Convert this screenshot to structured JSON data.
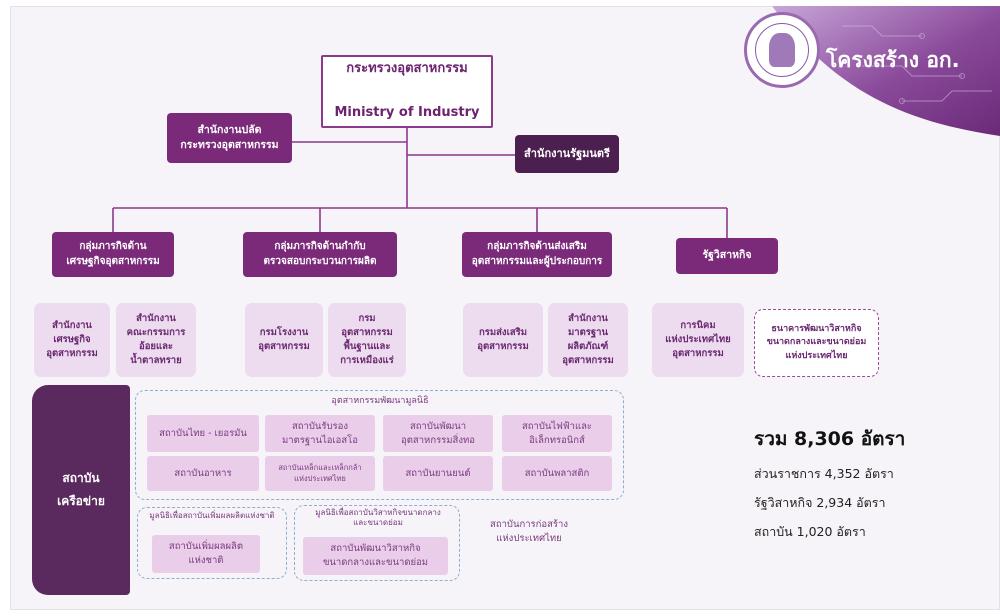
{
  "header": {
    "title": "โครงสร้าง อก.",
    "seal_alt": "MINISTRY OF INDUSTRY"
  },
  "ministry": {
    "name_th": "กระทรวงอุตสาหกรรม",
    "name_en": "Ministry of Industry"
  },
  "offices": {
    "permanent_secretary": "สำนักงานปลัด\nกระทรวงอุตสาหกรรม",
    "minister": "สำนักงานรัฐมนตรี"
  },
  "clusters": [
    {
      "label": "กลุ่มภารกิจด้าน\nเศรษฐกิจอุตสาหกรรม",
      "units": [
        "สำนักงาน\nเศรษฐกิจ\nอุตสาหกรรม",
        "สำนักงาน\nคณะกรรมการ\nอ้อยและ\nน้ำตาลทราย"
      ]
    },
    {
      "label": "กลุ่มภารกิจด้านกำกับ\nตรวจสอบกระบวนการผลิต",
      "units": [
        "กรมโรงงาน\nอุตสาหกรรม",
        "กรม\nอุตสาหกรรม\nพื้นฐานและ\nการเหมืองแร่"
      ]
    },
    {
      "label": "กลุ่มภารกิจด้านส่งเสริม\nอุตสาหกรรมและผู้ประกอบการ",
      "units": [
        "กรมส่งเสริม\nอุตสาหกรรม",
        "สำนักงาน\nมาตรฐาน\nผลิตภัณฑ์\nอุตสาหกรรม"
      ]
    },
    {
      "label": "รัฐวิสาหกิจ",
      "units": [
        "การนิคม\nแห่งประเทศไทย\nอุตสาหกรรม",
        "ธนาคารพัฒนาวิสาหกิจ\nขนาดกลางและขนาดย่อม\nแห่งประเทศไทย"
      ]
    }
  ],
  "network": {
    "label": "สถาบัน\nเครือข่าย",
    "foundation_group": {
      "title": "อุตสาหกรรมพัฒนามูลนิธิ",
      "institutes": [
        "สถาบันไทย - เยอรมัน",
        "สถาบันรับรอง\nมาตรฐานไอเอสโอ",
        "สถาบันพัฒนา\nอุตสาหกรรมสิ่งทอ",
        "สถาบันไฟฟ้าและ\nอิเล็กทรอนิกส์",
        "สถาบันอาหาร",
        "สถาบันเหล็กและเหล็กกล้า\nแห่งประเทศไทย",
        "สถาบันยานยนต์",
        "สถาบันพลาสติก"
      ]
    },
    "productivity_group": {
      "title": "มูลนิธิเพื่อสถาบันเพิ่มผลผลิตแห่งชาติ",
      "institute": "สถาบันเพิ่มผลผลิต\nแห่งชาติ"
    },
    "sme_group": {
      "title": "มูลนิธิเพื่อสถาบันวิสาหกิจขนาดกลาง\nและขนาดย่อม",
      "institute": "สถาบันพัฒนาวิสาหกิจ\nขนาดกลางและขนาดย่อม"
    },
    "construction": "สถาบันการก่อสร้าง\nแห่งประเทศไทย"
  },
  "totals": {
    "headline": "รวม 8,306 อัตรา",
    "government": "ส่วนราชการ 4,352 อัตรา",
    "state_enterprise": "รัฐวิสาหกิจ 2,934 อัตรา",
    "institutes": "สถาบัน 1,020 อัตรา"
  },
  "colors": {
    "primary": "#7b2a7a",
    "dark": "#4b1f4f",
    "light": "#eddbef",
    "cell": "#e9cde9",
    "line": "#8a3a8a",
    "dashed": "#8eaed0"
  }
}
